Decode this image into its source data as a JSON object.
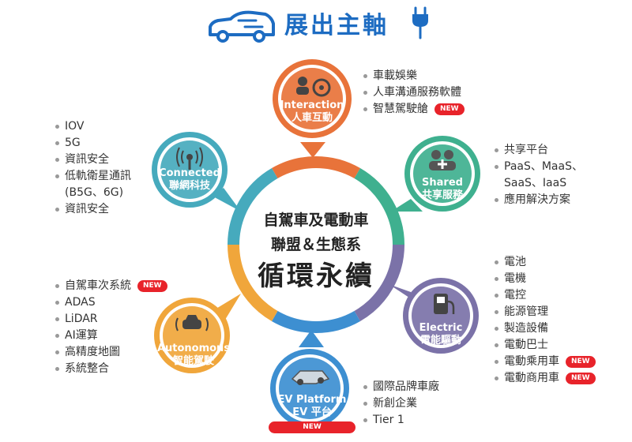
{
  "title": "展出主軸",
  "colors": {
    "title_blue": "#1d6cc2",
    "interaction": "#e8733a",
    "shared": "#3fb08f",
    "electric": "#7b72a8",
    "ev_platform": "#3d8fd1",
    "autonomous": "#f0a63b",
    "connected": "#46aabd",
    "new_badge": "#e8232a"
  },
  "center": {
    "line1": "自駕車及電動車",
    "line2": "聯盟＆生態系",
    "line3": "循環永續"
  },
  "nodes": {
    "interaction": {
      "en": "Interaction",
      "zh": "人車互動",
      "icon": "people-car-icon"
    },
    "shared": {
      "en": "Shared",
      "zh": "共享服務",
      "icon": "people-plus-icon"
    },
    "electric": {
      "en": "Electric",
      "zh": "電能驅動",
      "icon": "charger-icon"
    },
    "ev_platform": {
      "en": "EV Platform",
      "zh": "EV 平台",
      "icon": "chassis-icon",
      "badge": "NEW"
    },
    "autonomous": {
      "en": "Autonomous",
      "zh": "智能駕駛",
      "icon": "car-signal-icon"
    },
    "connected": {
      "en": "Connected",
      "zh": "聯網科技",
      "icon": "antenna-icon"
    }
  },
  "lists": {
    "interaction": [
      {
        "text": "車載娛樂"
      },
      {
        "text": "人車溝通服務軟體"
      },
      {
        "text": "智慧駕駛艙",
        "badge": "NEW"
      }
    ],
    "connected": [
      {
        "text": "IOV"
      },
      {
        "text": "5G"
      },
      {
        "text": "資訊安全"
      },
      {
        "text": "低軌衛星通訊",
        "cont": "(B5G、6G)"
      },
      {
        "text": "資訊安全"
      }
    ],
    "shared": [
      {
        "text": "共享平台"
      },
      {
        "text": "PaaS、MaaS、",
        "cont": "SaaS、IaaS"
      },
      {
        "text": "應用解決方案"
      }
    ],
    "electric": [
      {
        "text": "電池"
      },
      {
        "text": "電機"
      },
      {
        "text": "電控"
      },
      {
        "text": "能源管理"
      },
      {
        "text": "製造設備"
      },
      {
        "text": "電動巴士"
      },
      {
        "text": "電動乘用車",
        "badge": "NEW"
      },
      {
        "text": "電動商用車",
        "badge": "NEW"
      }
    ],
    "autonomous": [
      {
        "text": "自駕車次系統",
        "badge": "NEW"
      },
      {
        "text": "ADAS"
      },
      {
        "text": "LiDAR"
      },
      {
        "text": "AI運算"
      },
      {
        "text": "高精度地圖"
      },
      {
        "text": "系統整合"
      }
    ],
    "ev_platform": [
      {
        "text": "國際品牌車廠"
      },
      {
        "text": "新創企業"
      },
      {
        "text": "Tier 1"
      }
    ]
  }
}
